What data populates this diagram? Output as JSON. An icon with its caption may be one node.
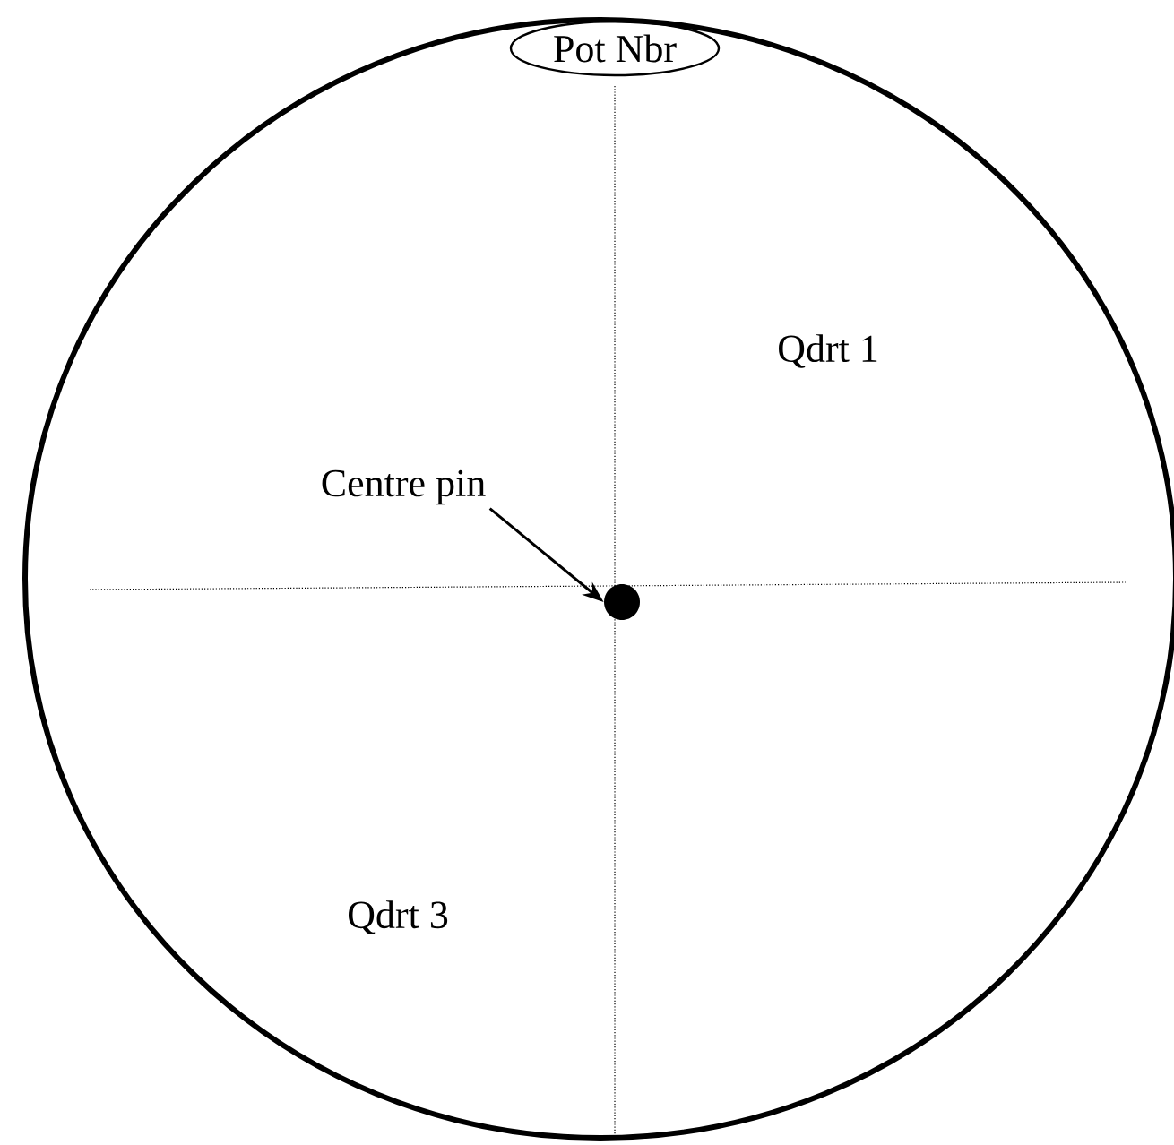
{
  "diagram": {
    "nodes": [
      {
        "text": [],
        "shape": "circle"
      },
      {
        "text": [
          "Pot Nbr"
        ],
        "in": 0
      },
      {
        "text": [
          "Centre pin"
        ],
        "in": 0
      },
      {
        "text": [],
        "shape": "circle",
        "in": 0
      }
    ],
    "edges": [
      {
        "from": 2,
        "to": 3,
        "arrow": "to"
      }
    ],
    "labels": [
      "Qdrt 1",
      "Qdrt 3"
    ]
  }
}
